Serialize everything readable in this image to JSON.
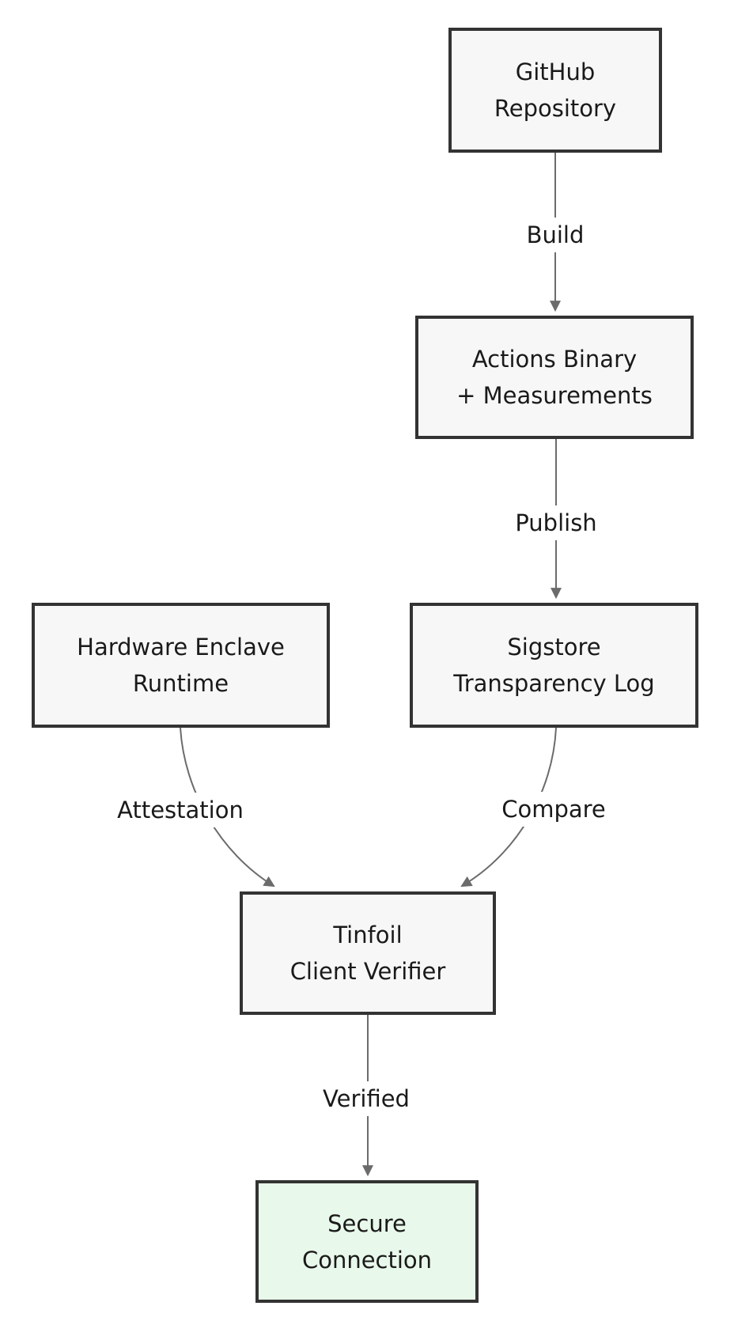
{
  "diagram": {
    "type": "flowchart",
    "direction": "top-down",
    "nodes": {
      "github": {
        "line1": "GitHub",
        "line2": "Repository"
      },
      "actions": {
        "line1": "Actions Binary",
        "line2": "+ Measurements"
      },
      "hardware": {
        "line1": "Hardware Enclave",
        "line2": "Runtime"
      },
      "sigstore": {
        "line1": "Sigstore",
        "line2": "Transparency Log"
      },
      "tinfoil": {
        "line1": "Tinfoil",
        "line2": "Client Verifier"
      },
      "secure": {
        "line1": "Secure",
        "line2": "Connection"
      }
    },
    "edges": {
      "build": {
        "from": "github",
        "to": "tinfoil-chain-actions",
        "label": "Build"
      },
      "publish": {
        "from": "actions",
        "to": "sigstore",
        "label": "Publish"
      },
      "attestation": {
        "from": "hardware",
        "to": "tinfoil",
        "label": "Attestation"
      },
      "compare": {
        "from": "sigstore",
        "to": "tinfoil",
        "label": "Compare"
      },
      "verified": {
        "from": "tinfoil",
        "to": "secure",
        "label": "Verified"
      }
    },
    "colors": {
      "node_fill": "#f7f7f7",
      "node_border": "#333333",
      "green_fill": "#e8f8ea",
      "edge": "#6b6b6b",
      "text": "#1a1a1a",
      "background": "#ffffff"
    }
  }
}
